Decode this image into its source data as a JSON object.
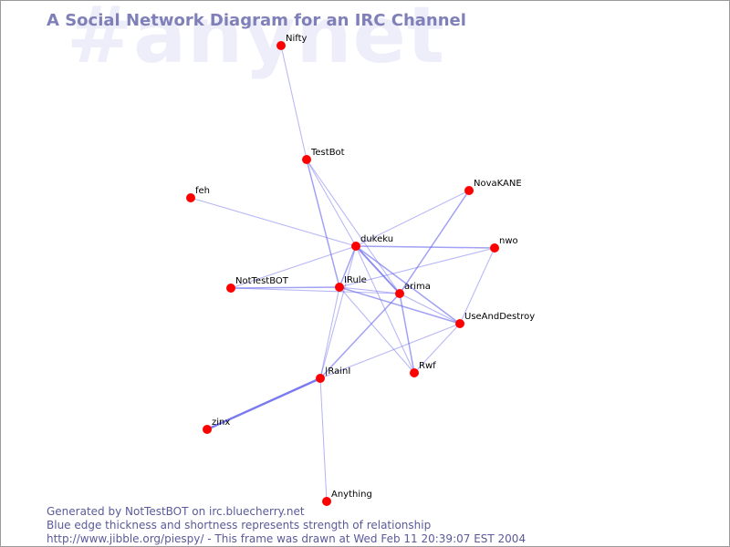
{
  "watermark": "#anynet",
  "title": "A Social Network Diagram for an IRC Channel",
  "colors": {
    "node": "#ff0000",
    "edge": "#6666ee",
    "title": "#8080b8",
    "watermark": "#eeeefb",
    "footer": "#5a5a9a"
  },
  "nodes": [
    {
      "id": "Nifty",
      "label": "Nifty"
    },
    {
      "id": "TestBot",
      "label": "TestBot"
    },
    {
      "id": "feh",
      "label": "feh"
    },
    {
      "id": "NovaKANE",
      "label": "NovaKANE"
    },
    {
      "id": "dukeku",
      "label": "dukeku"
    },
    {
      "id": "nwo",
      "label": "nwo"
    },
    {
      "id": "NotTestBOT",
      "label": "NotTestBOT"
    },
    {
      "id": "IRule",
      "label": "IRule"
    },
    {
      "id": "arima",
      "label": "arima"
    },
    {
      "id": "UseAndDestroy",
      "label": "UseAndDestroy"
    },
    {
      "id": "IRainI",
      "label": "|RainI"
    },
    {
      "id": "Rwf",
      "label": "Rwf"
    },
    {
      "id": "zinx",
      "label": "zinx"
    },
    {
      "id": "Anything",
      "label": "Anything"
    }
  ],
  "edges": [
    {
      "source": "Nifty",
      "target": "TestBot",
      "strength": 1
    },
    {
      "source": "TestBot",
      "target": "dukeku",
      "strength": 1
    },
    {
      "source": "TestBot",
      "target": "IRule",
      "strength": 2
    },
    {
      "source": "TestBot",
      "target": "arima",
      "strength": 1
    },
    {
      "source": "feh",
      "target": "dukeku",
      "strength": 1
    },
    {
      "source": "NovaKANE",
      "target": "dukeku",
      "strength": 1
    },
    {
      "source": "NovaKANE",
      "target": "arima",
      "strength": 2
    },
    {
      "source": "dukeku",
      "target": "nwo",
      "strength": 2
    },
    {
      "source": "dukeku",
      "target": "NotTestBOT",
      "strength": 1
    },
    {
      "source": "dukeku",
      "target": "IRule",
      "strength": 2
    },
    {
      "source": "dukeku",
      "target": "arima",
      "strength": 3
    },
    {
      "source": "dukeku",
      "target": "UseAndDestroy",
      "strength": 2
    },
    {
      "source": "dukeku",
      "target": "Rwf",
      "strength": 1
    },
    {
      "source": "dukeku",
      "target": "IRainI",
      "strength": 1
    },
    {
      "source": "nwo",
      "target": "IRule",
      "strength": 1
    },
    {
      "source": "nwo",
      "target": "UseAndDestroy",
      "strength": 1
    },
    {
      "source": "NotTestBOT",
      "target": "IRule",
      "strength": 2
    },
    {
      "source": "NotTestBOT",
      "target": "arima",
      "strength": 1
    },
    {
      "source": "IRule",
      "target": "arima",
      "strength": 1
    },
    {
      "source": "IRule",
      "target": "UseAndDestroy",
      "strength": 2
    },
    {
      "source": "IRule",
      "target": "IRainI",
      "strength": 1
    },
    {
      "source": "IRule",
      "target": "Rwf",
      "strength": 1
    },
    {
      "source": "arima",
      "target": "UseAndDestroy",
      "strength": 1
    },
    {
      "source": "arima",
      "target": "IRainI",
      "strength": 2
    },
    {
      "source": "arima",
      "target": "Rwf",
      "strength": 2
    },
    {
      "source": "UseAndDestroy",
      "target": "IRainI",
      "strength": 1
    },
    {
      "source": "UseAndDestroy",
      "target": "Rwf",
      "strength": 1
    },
    {
      "source": "IRainI",
      "target": "zinx",
      "strength": 4
    },
    {
      "source": "IRainI",
      "target": "Anything",
      "strength": 1
    }
  ],
  "footer": {
    "line1": "Generated by NotTestBOT on irc.bluecherry.net",
    "line2": "Blue edge thickness and shortness represents strength of relationship",
    "line3": "http://www.jibble.org/piespy/ - This frame was drawn at Wed Feb 11 20:39:07 EST 2004"
  }
}
